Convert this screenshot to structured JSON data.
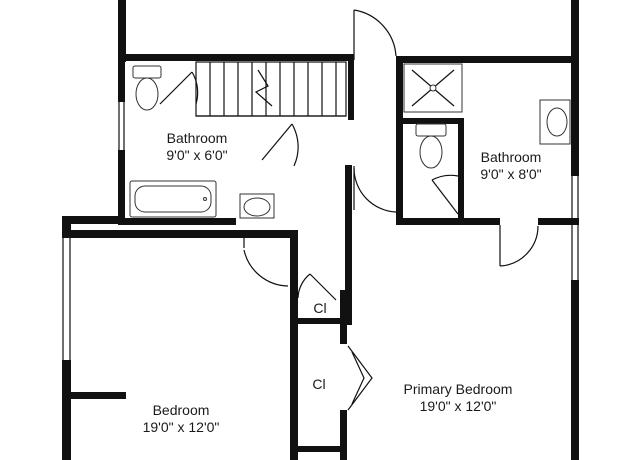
{
  "rooms": {
    "bath_left": {
      "name": "Bathroom",
      "size": "9'0\" x 6'0\""
    },
    "bath_right": {
      "name": "Bathroom",
      "size": "9'0\" x 8'0\""
    },
    "bedroom": {
      "name": "Bedroom",
      "size": "19'0\" x 12'0\""
    },
    "primary": {
      "name": "Primary Bedroom",
      "size": "19'0\" x 12'0\""
    },
    "closet_top": {
      "name": "Cl"
    },
    "closet_mid": {
      "name": "Cl"
    }
  }
}
